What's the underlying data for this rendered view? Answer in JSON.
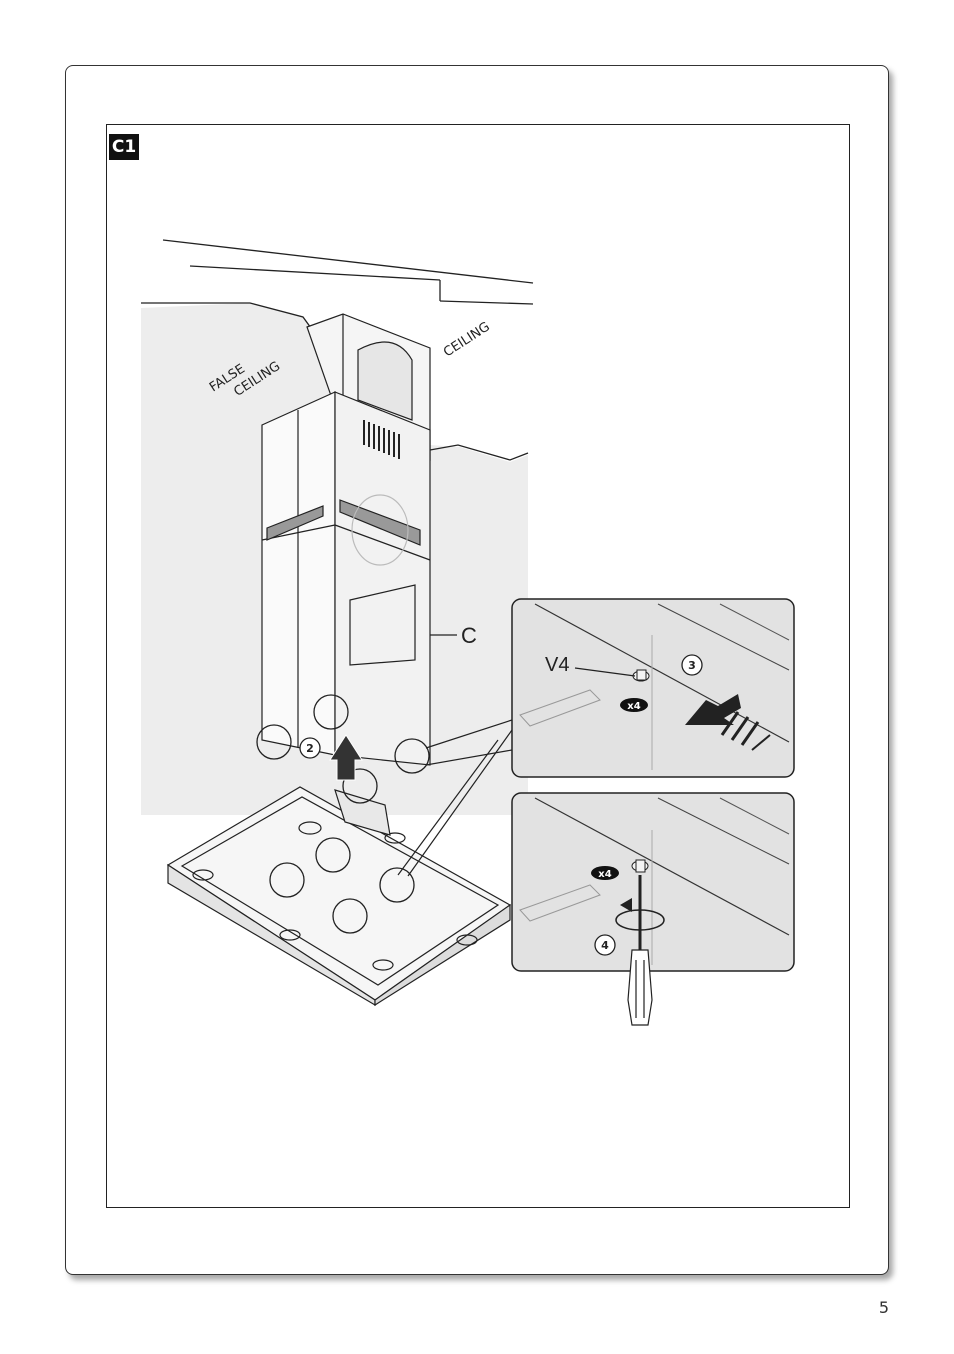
{
  "section_badge": "C1",
  "page_number": "5",
  "labels": {
    "false_ceiling_line1": "FALSE",
    "false_ceiling_line2": "CEILING",
    "ceiling": "CEILING",
    "part_c": "C",
    "screw_v4": "V4"
  },
  "steps": {
    "step2": "2",
    "step3": "3",
    "step4": "4"
  },
  "quantities": {
    "top_detail": "x4",
    "bottom_detail": "x4"
  }
}
